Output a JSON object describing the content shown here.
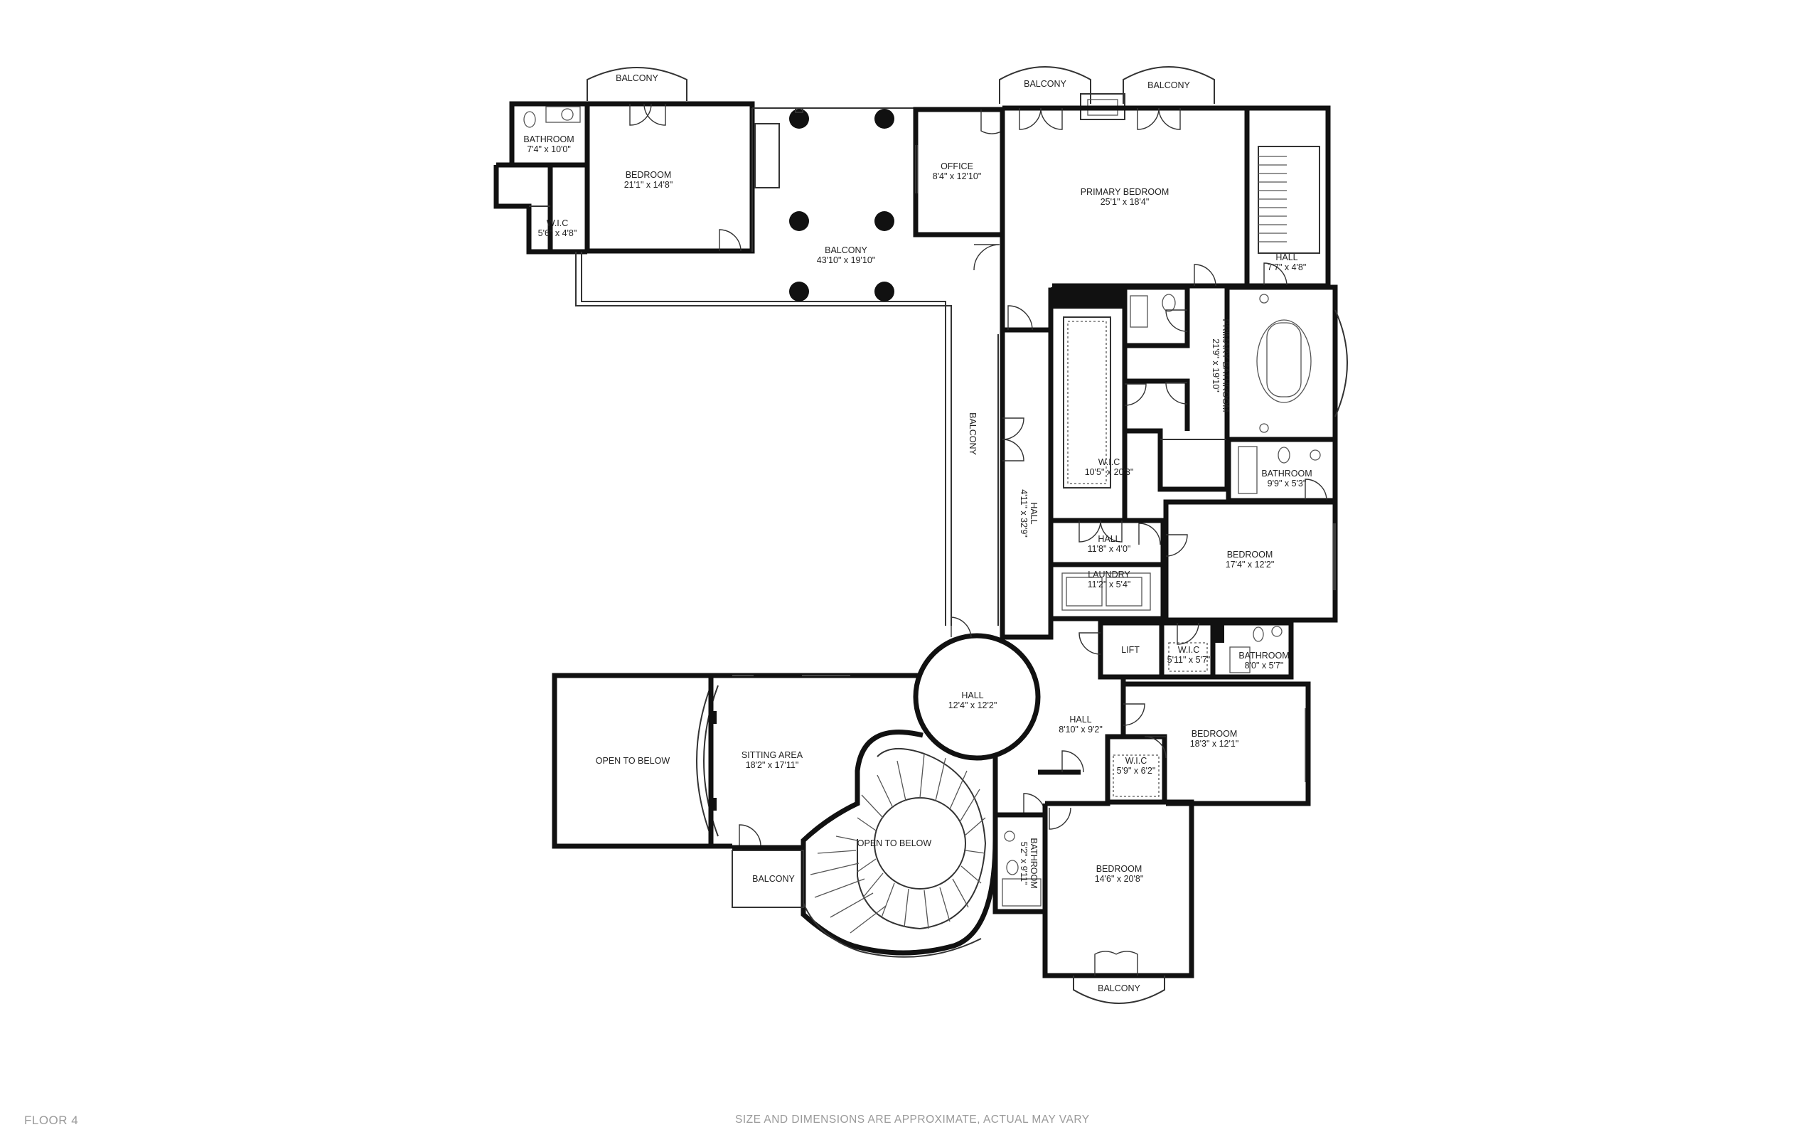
{
  "floor_label": "FLOOR 4",
  "disclaimer": "SIZE AND DIMENSIONS ARE APPROXIMATE, ACTUAL MAY VARY",
  "rooms": {
    "balcony_bedroom": {
      "name": "BALCONY"
    },
    "bathroom_nw": {
      "name": "BATHROOM",
      "dims": "7'4\" x 10'0\""
    },
    "bedroom_nw": {
      "name": "BEDROOM",
      "dims": "21'1\" x 14'8\""
    },
    "wic_nw": {
      "name": "W.I.C",
      "dims": "5'6\" x 4'8\""
    },
    "office": {
      "name": "OFFICE",
      "dims": "8'4\" x 12'10\""
    },
    "balcony_main": {
      "name": "BALCONY",
      "dims": "43'10\" x 19'10\""
    },
    "balcony_primary_1": {
      "name": "BALCONY"
    },
    "balcony_primary_2": {
      "name": "BALCONY"
    },
    "primary_bedroom": {
      "name": "PRIMARY BEDROOM",
      "dims": "25'1\" x 18'4\""
    },
    "hall_ne": {
      "name": "HALL",
      "dims": "7'7\" x 4'8\""
    },
    "primary_bathroom": {
      "name": "PRIMARY BATHROOM",
      "dims": "21'9\" x 19'10\""
    },
    "balcony_side": {
      "name": "BALCONY"
    },
    "wic_primary": {
      "name": "W.I.C",
      "dims": "10'5\" x 20'3\""
    },
    "hall_long": {
      "name": "HALL",
      "dims": "4'11\" x 32'9\""
    },
    "bathroom_e1": {
      "name": "BATHROOM",
      "dims": "9'9\" x 5'3\""
    },
    "hall_small": {
      "name": "HALL",
      "dims": "11'8\" x 4'0\""
    },
    "bedroom_e1": {
      "name": "BEDROOM",
      "dims": "17'4\" x 12'2\""
    },
    "laundry": {
      "name": "LAUNDRY",
      "dims": "11'2\" x 5'4\""
    },
    "lift": {
      "name": "LIFT"
    },
    "wic_e": {
      "name": "W.I.C",
      "dims": "5'11\" x 5'7\""
    },
    "bathroom_e2": {
      "name": "BATHROOM",
      "dims": "8'0\" x 5'7\""
    },
    "hall_round": {
      "name": "HALL",
      "dims": "12'4\" x 12'2\""
    },
    "hall_mid": {
      "name": "HALL",
      "dims": "8'10\" x 9'2\""
    },
    "bedroom_e2": {
      "name": "BEDROOM",
      "dims": "18'3\" x 12'1\""
    },
    "wic_s": {
      "name": "W.I.C",
      "dims": "5'9\" x 6'2\""
    },
    "open_to_below_w": {
      "name": "OPEN TO BELOW"
    },
    "sitting_area": {
      "name": "SITTING AREA",
      "dims": "18'2\" x 17'11\""
    },
    "open_to_below_stair": {
      "name": "OPEN TO BELOW"
    },
    "balcony_sw": {
      "name": "BALCONY"
    },
    "bathroom_s": {
      "name": "BATHROOM",
      "dims": "5'2\" x 9'11\""
    },
    "bedroom_s": {
      "name": "BEDROOM",
      "dims": "14'6\" x 20'8\""
    },
    "balcony_s": {
      "name": "BALCONY"
    }
  }
}
